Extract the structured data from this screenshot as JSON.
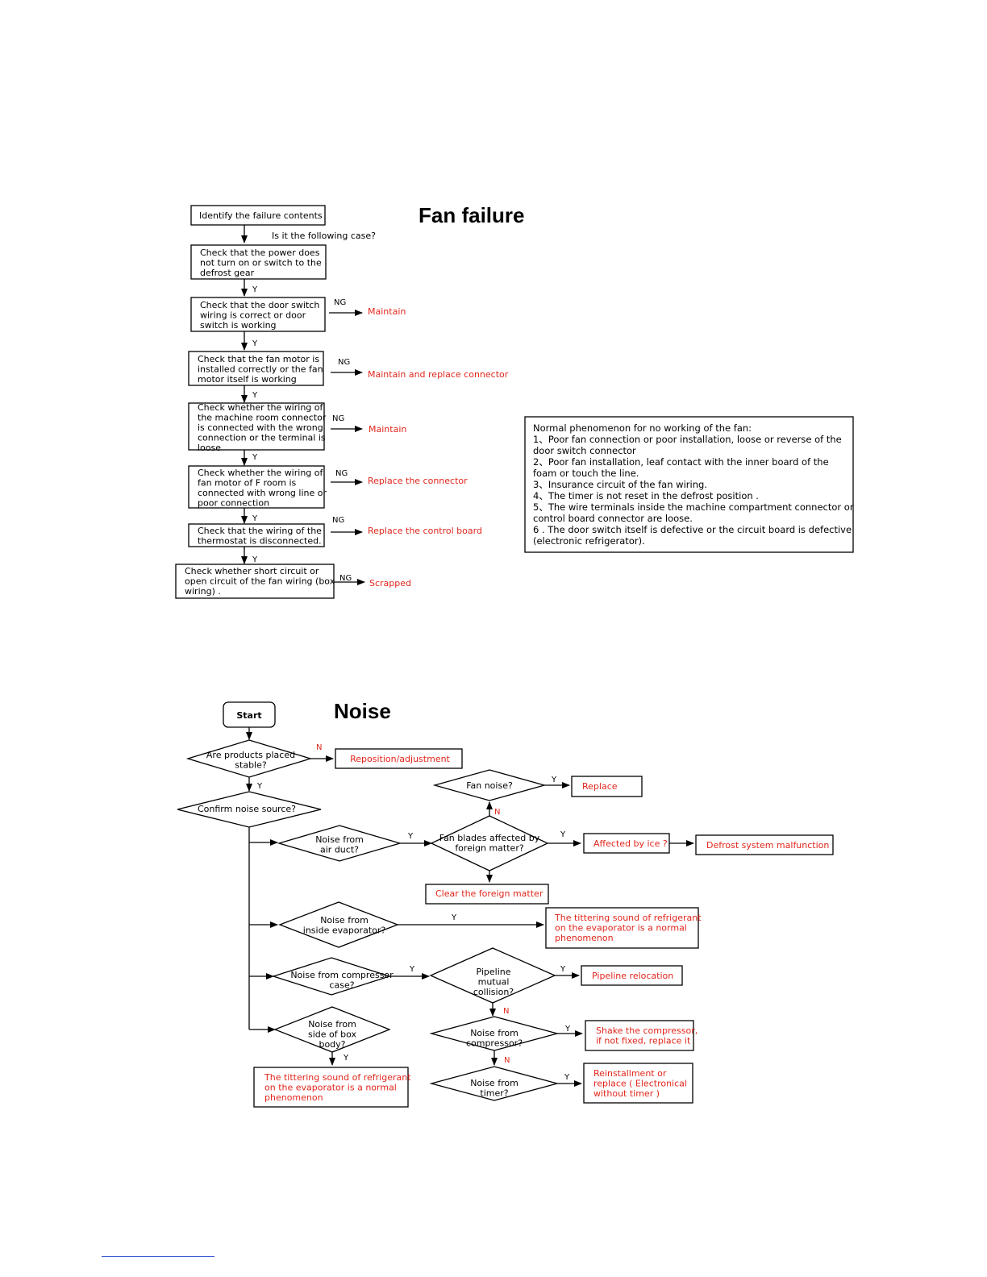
{
  "colors": {
    "ink": "#000000",
    "accent": "#e1261c",
    "background": "#ffffff"
  },
  "fan": {
    "title": "Fan failure",
    "box1": [
      "Identify the failure contents"
    ],
    "question": "Is it the following case?",
    "box2": [
      "Check that the power does",
      "not turn on or switch to the",
      "defrost gear"
    ],
    "box3": [
      "Check that the door switch",
      "wiring is correct or door",
      "switch is working"
    ],
    "box4": [
      "Check that the fan motor is",
      "installed correctly or the fan",
      "motor itself is working"
    ],
    "box5": [
      "Check whether the wiring of",
      "the machine room connector",
      "is connected with the wrong",
      "connection or the terminal is",
      "loose"
    ],
    "box6": [
      "Check whether the wiring of",
      "fan motor of F room is",
      "connected with wrong line or",
      "poor connection"
    ],
    "box7": [
      "Check that the wiring of the",
      "thermostat is disconnected."
    ],
    "box8": [
      "Check whether short circuit or",
      "open circuit of the fan wiring (box",
      "wiring) ."
    ],
    "yes": "Y",
    "ng": "NG",
    "result3": "Maintain",
    "result4": "Maintain and replace connector",
    "result5": "Maintain",
    "result6": "Replace the connector",
    "result7": "Replace the control board",
    "result8": "Scrapped",
    "note": [
      "Normal phenomenon for no working of the fan:",
      "1、Poor  fan connection or poor installation, loose or reverse of the",
      "door switch connector",
      "2、Poor fan installation, leaf contact with the inner board of the",
      "foam or touch the  line.",
      "3、Insurance circuit of the fan wiring.",
      "4、The timer is not reset in the defrost position .",
      "5、The wire terminals inside the machine compartment connector or",
      "control board connector are loose.",
      "6 . The door switch itself is defective or the circuit board is defective",
      "(electronic refrigerator)."
    ]
  },
  "noise": {
    "title": "Noise",
    "start": "Start",
    "yes": "Y",
    "no": "N",
    "stable": [
      "Are products placed",
      "stable?"
    ],
    "reposition": "Reposition/adjustment",
    "confirm": [
      "Confirm noise source?"
    ],
    "fan_noise": [
      "Fan noise?"
    ],
    "replace": "Replace",
    "air_duct": [
      "Noise from",
      "air duct?"
    ],
    "fan_blades": [
      "Fan blades affected by",
      "foreign matter?"
    ],
    "ice": "Affected by ice ?",
    "defrost": "Defrost system malfunction",
    "clear": "Clear the foreign matter",
    "evaporator": [
      "Noise from",
      "inside evaporator?"
    ],
    "tittering_right": [
      "The tittering sound of refrigerant",
      "on the evaporator is a normal",
      "phenomenon"
    ],
    "compressor_case": [
      "Noise from compressor",
      "case?"
    ],
    "pipeline": [
      "Pipeline",
      "mutual",
      "collision?"
    ],
    "relocation": "Pipeline relocation",
    "side_box": [
      "Noise from",
      "side of box",
      "body?"
    ],
    "tittering_bottom": [
      "The tittering sound of refrigerant",
      "on the evaporator is a normal",
      "phenomenon"
    ],
    "compressor": [
      "Noise from",
      "compressor?"
    ],
    "shake": [
      "Shake the compressor,",
      "if not fixed, replace it"
    ],
    "timer": [
      "Noise from",
      "timer?"
    ],
    "reinstall": [
      "Reinstallment or",
      "replace ( Electronical",
      "without timer )"
    ]
  }
}
